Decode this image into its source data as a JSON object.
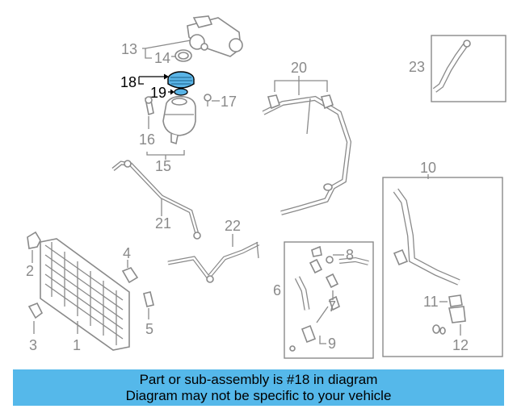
{
  "diagram": {
    "labels": {
      "p1": "1",
      "p2": "2",
      "p3": "3",
      "p4": "4",
      "p5": "5",
      "p6": "6",
      "p7": "7",
      "p8": "8",
      "p9": "9",
      "p10": "10",
      "p11": "11",
      "p12": "12",
      "p13": "13",
      "p14": "14",
      "p15": "15",
      "p16": "16",
      "p17": "17",
      "p18": "18",
      "p19": "19",
      "p20": "20",
      "p21": "21",
      "p22": "22",
      "p23": "23"
    },
    "highlight_color": "#5ab4e6",
    "line_color": "#8a8a8a"
  },
  "banner": {
    "line1": "Part or sub-assembly is #18 in diagram",
    "line2": "Diagram may not be specific to your vehicle",
    "background": "#55b8ea"
  }
}
